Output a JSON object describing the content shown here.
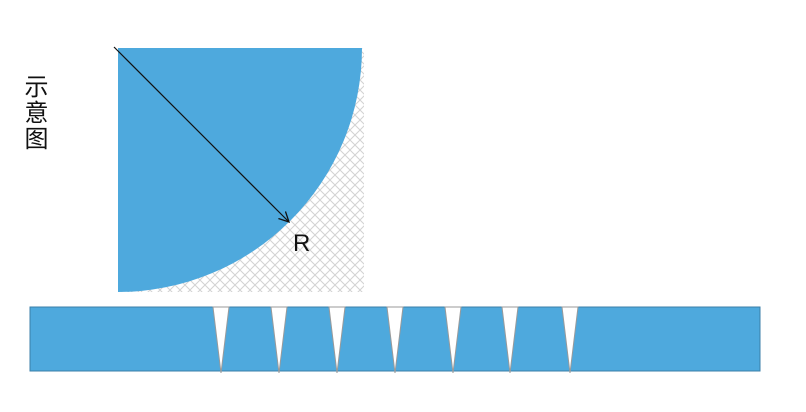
{
  "caption": "示意图",
  "radius_label": "R",
  "colors": {
    "shape_fill": "#4EA9DD",
    "hatch": "#cfcfcf",
    "notch_fill": "#ffffff",
    "notch_stroke": "#9a9a9a",
    "arrow": "#111111"
  },
  "strip": {
    "notch_count": 7
  }
}
